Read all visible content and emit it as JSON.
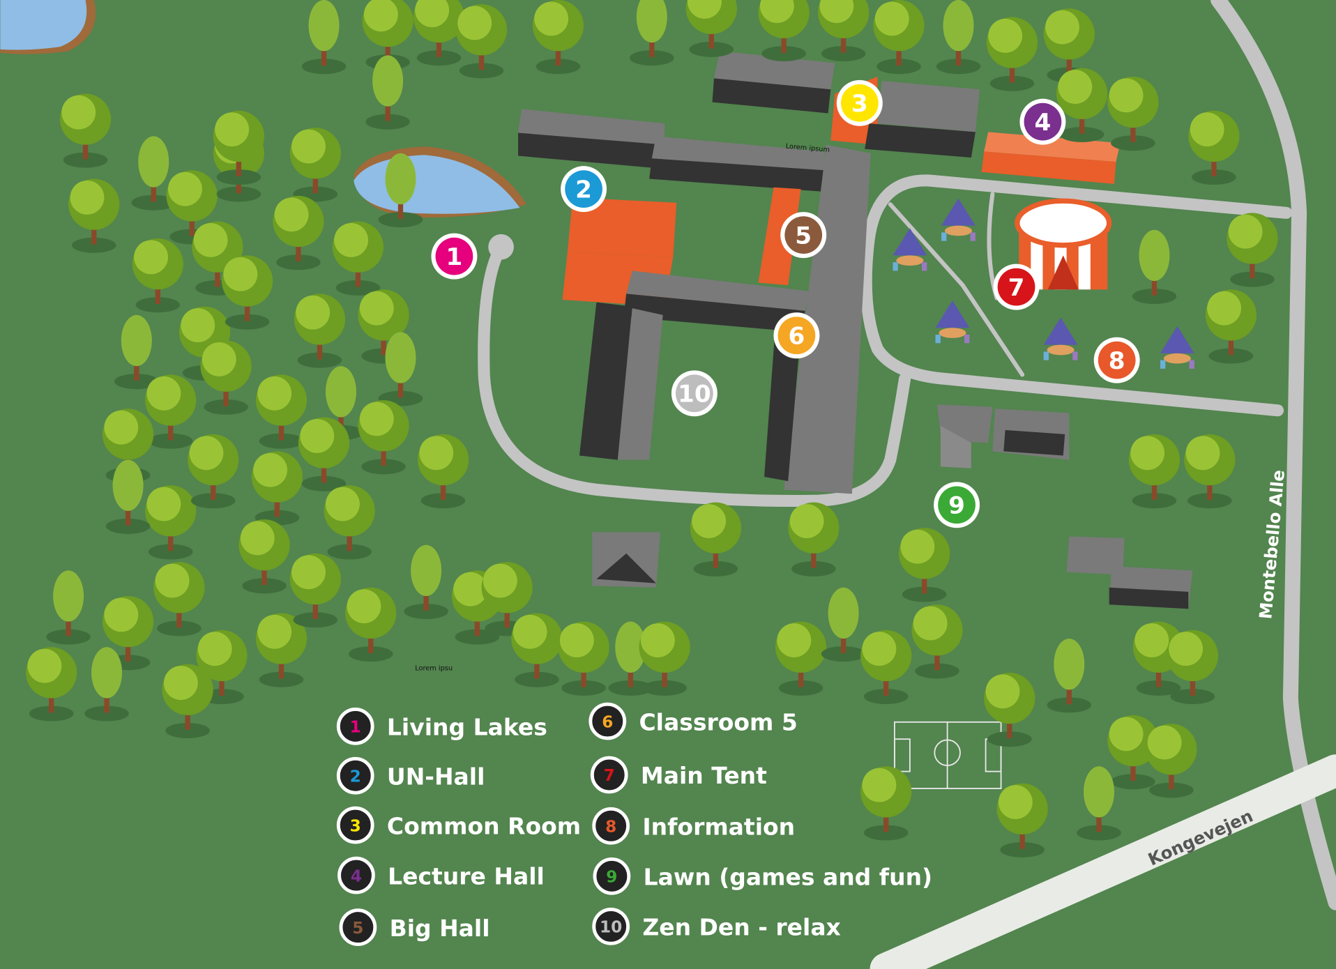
{
  "map": {
    "roads": {
      "montebello": "Montebello Alle",
      "kongevejen": "Kongevejen"
    },
    "small_labels": [
      "Lorem ipsum",
      "Lorem ipsu"
    ],
    "colors": {
      "grass": "#53854f",
      "road": "#c4c4c4",
      "roof_orange": "#e95e2a",
      "roof_gray": "#7a7a7a",
      "wall_dark": "#333333",
      "water": "#8fbde6"
    }
  },
  "locations": [
    {
      "number": "1",
      "name": "Living Lakes",
      "color": "#e6007e"
    },
    {
      "number": "2",
      "name": "UN-Hall",
      "color": "#1c9ad6"
    },
    {
      "number": "3",
      "name": "Common Room",
      "color": "#ffe600"
    },
    {
      "number": "4",
      "name": "Lecture Hall",
      "color": "#7b2f8e"
    },
    {
      "number": "5",
      "name": "Big Hall",
      "color": "#8b5a3c"
    },
    {
      "number": "6",
      "name": "Classroom 5",
      "color": "#f5a623"
    },
    {
      "number": "7",
      "name": "Main Tent",
      "color": "#d7141a"
    },
    {
      "number": "8",
      "name": "Information",
      "color": "#e8582a"
    },
    {
      "number": "9",
      "name": "Lawn (games and fun)",
      "color": "#3aa935"
    },
    {
      "number": "10",
      "name": "Zen Den - relax",
      "color": "#bdbdbd"
    }
  ]
}
